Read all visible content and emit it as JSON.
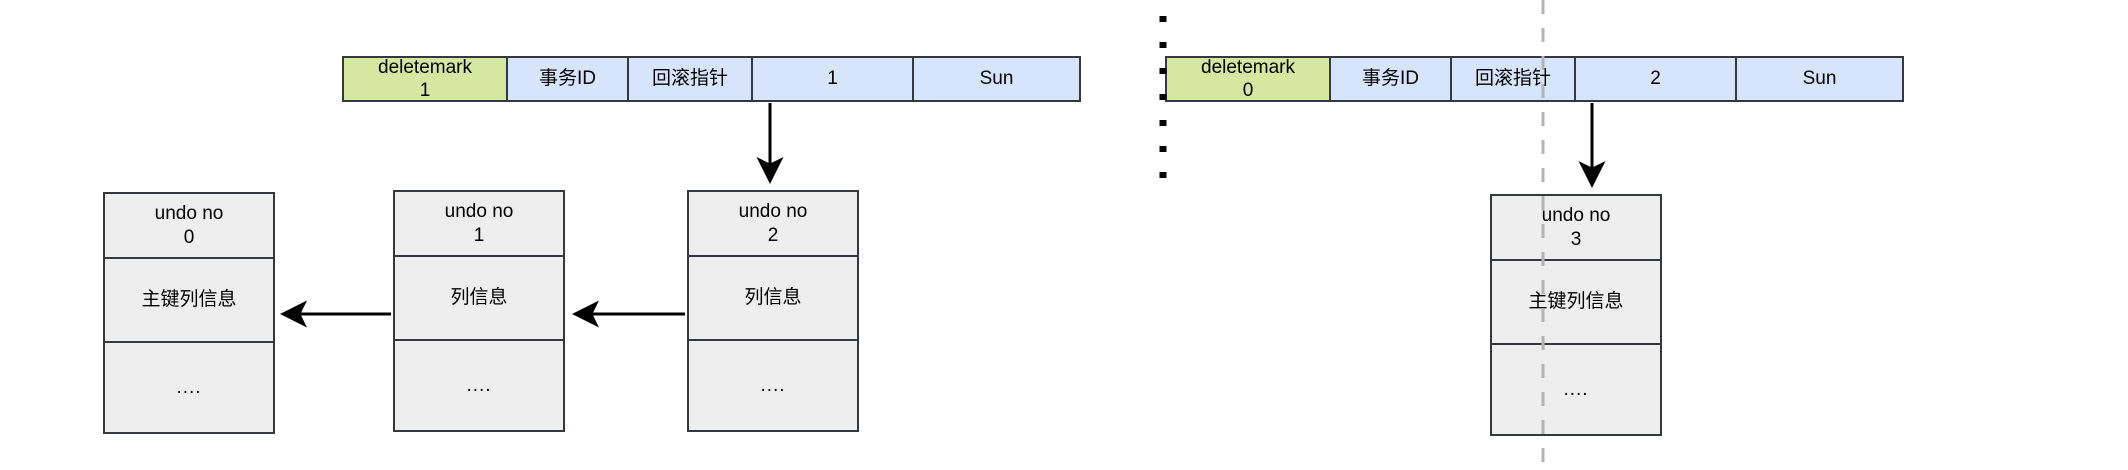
{
  "diagram": {
    "title": "MySQL undo log version chain diagram",
    "colors": {
      "green_cell": "#d5e8a2",
      "blue_cell": "#d6e5fb",
      "undo_box": "#eeeeee",
      "border": "#36383f",
      "arrow": "#000000",
      "dotted_separator": "#000000",
      "dashed_guide": "#b3b3b3"
    }
  },
  "record_row": {
    "groups": [
      {
        "name": "record-version-1",
        "cells": [
          {
            "label": "deletemark",
            "value": "1",
            "fill": "green",
            "width": 166,
            "name": "deletemark-cell"
          },
          {
            "label": "事务ID",
            "value": "",
            "fill": "blue",
            "width": 121,
            "name": "trx-id-cell"
          },
          {
            "label": "回滚指针",
            "value": "",
            "fill": "blue",
            "width": 124,
            "name": "roll-pointer-cell"
          },
          {
            "label": "1",
            "value": "",
            "fill": "blue",
            "width": 161,
            "name": "col-id-cell"
          },
          {
            "label": "Sun",
            "value": "",
            "fill": "blue",
            "width": 165,
            "name": "col-name-cell"
          }
        ]
      },
      {
        "name": "record-version-2",
        "cells": [
          {
            "label": "deletemark",
            "value": "0",
            "fill": "green",
            "width": 166,
            "name": "deletemark-cell"
          },
          {
            "label": "事务ID",
            "value": "",
            "fill": "blue",
            "width": 121,
            "name": "trx-id-cell"
          },
          {
            "label": "回滚指针",
            "value": "",
            "fill": "blue",
            "width": 124,
            "name": "roll-pointer-cell"
          },
          {
            "label": "2",
            "value": "",
            "fill": "blue",
            "width": 161,
            "name": "col-id-cell"
          },
          {
            "label": "Sun",
            "value": "",
            "fill": "blue",
            "width": 165,
            "name": "col-name-cell"
          }
        ]
      }
    ]
  },
  "undo_logs": [
    {
      "name": "undo-log-0",
      "header": "undo no",
      "number": "0",
      "info": "主键列信息",
      "more": "...."
    },
    {
      "name": "undo-log-1",
      "header": "undo no",
      "number": "1",
      "info": "列信息",
      "more": "...."
    },
    {
      "name": "undo-log-2",
      "header": "undo no",
      "number": "2",
      "info": "列信息",
      "more": "...."
    },
    {
      "name": "undo-log-3",
      "header": "undo no",
      "number": "3",
      "info": "主键列信息",
      "more": "...."
    }
  ]
}
